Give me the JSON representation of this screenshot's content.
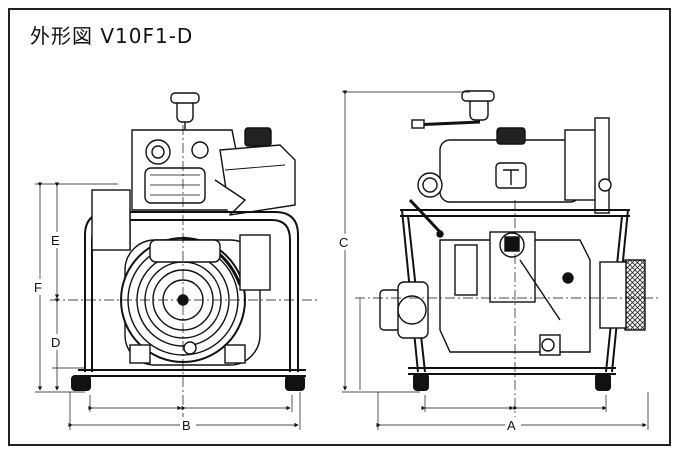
{
  "title": "外形図 V10F1-D",
  "dimension_labels": {
    "a": "A",
    "b": "B",
    "c": "C",
    "d": "D",
    "e": "E",
    "f": "F"
  },
  "views": [
    {
      "id": "front-view",
      "description_name": "front"
    },
    {
      "id": "side-view",
      "description_name": "side"
    }
  ],
  "colors": {
    "line": "#111111",
    "background": "#ffffff",
    "grid_fill": "#444444"
  }
}
